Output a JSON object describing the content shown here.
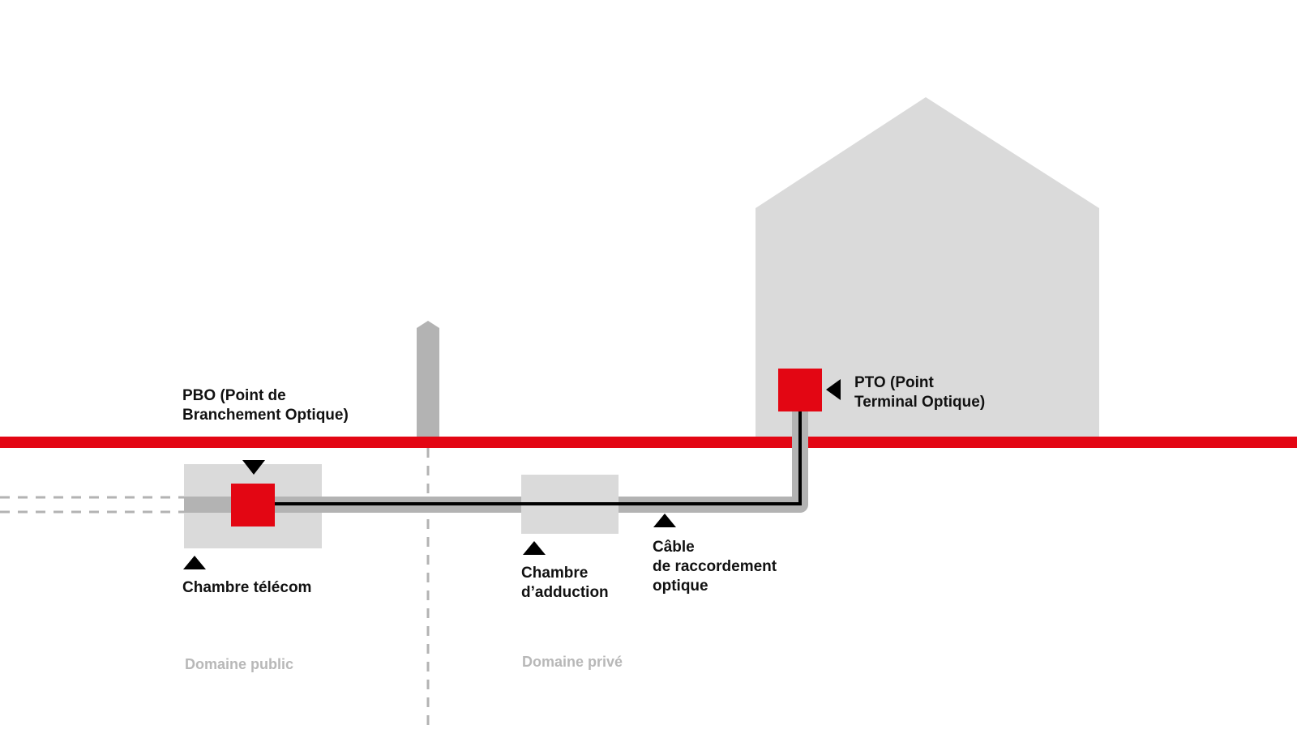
{
  "colors": {
    "red": "#e30613",
    "light_gray": "#dadada",
    "mid_gray": "#b3b3b3",
    "black": "#000000",
    "domain_text": "#b8b8b8"
  },
  "labels": {
    "pbo": {
      "line1": "PBO (Point de",
      "line2": "Branchement Optique)"
    },
    "pto": {
      "line1": "PTO (Point",
      "line2": "Terminal Optique)"
    },
    "chambre_telecom": "Chambre télécom",
    "chambre_adduction": {
      "line1": "Chambre",
      "line2": "d’adduction"
    },
    "cable": {
      "line1": "Câble",
      "line2": "de raccordement",
      "line3": "optique"
    }
  },
  "domains": {
    "public": "Domaine public",
    "prive": "Domaine privé"
  }
}
